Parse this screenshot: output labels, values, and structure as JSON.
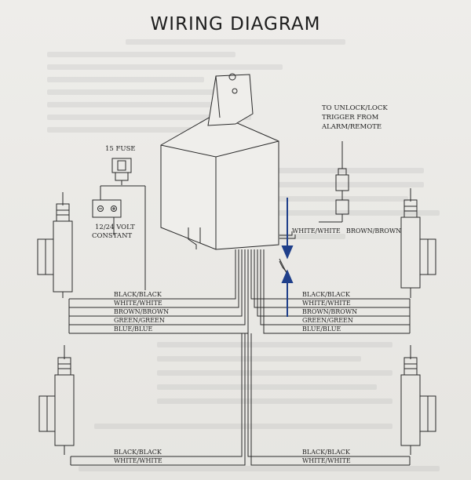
{
  "title": "WIRING DIAGRAM",
  "fuse_label": "15 FUSE",
  "constant_label": [
    "12/24 VOLT",
    "CONSTANT"
  ],
  "trigger_label": [
    "TO UNLOCK/LOCK",
    "TRIGGER FROM",
    "ALARM/REMOTE"
  ],
  "wire_white": "WHITE/WHITE",
  "wire_brown": "BROWN/BROWN",
  "bundle_top": [
    "BLACK/BLACK",
    "WHITE/WHITE",
    "BROWN/BROWN",
    "GREEN/GREEN",
    "BLUE/BLUE"
  ],
  "bundle_right": [
    "BLACK/BLACK",
    "WHITE/WHITE",
    "BROWN/BROWN",
    "GREEN/GREEN",
    "BLUE/BLUE"
  ],
  "bundle_bottom_left": [
    "BLACK/BLACK",
    "WHITE/WHITE"
  ],
  "bundle_bottom_right": [
    "BLACK/BLACK",
    "WHITE/WHITE"
  ],
  "colors": {
    "ink": "#2a2a2a",
    "arrow": "#1f3f8a",
    "paper": "#eeedea"
  }
}
